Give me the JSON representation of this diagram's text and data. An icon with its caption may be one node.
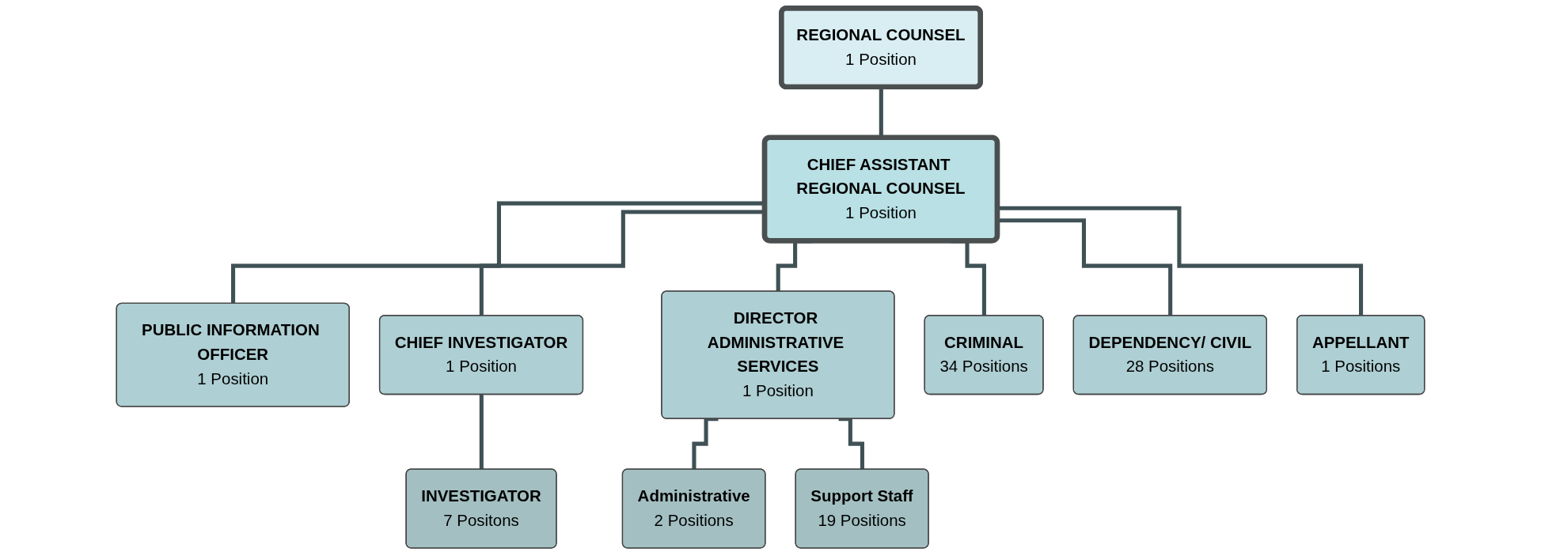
{
  "diagram": {
    "nodes": [
      {
        "text": [
          "REGIONAL COUNSEL",
          "1 Position"
        ]
      },
      {
        "text": [
          "CHIEF ASSISTANT REGIONAL COUNSEL",
          "1 Position"
        ]
      },
      {
        "text": [
          "PUBLIC INFORMATION OFFICER",
          "1 Position"
        ]
      },
      {
        "text": [
          "CHIEF INVESTIGATOR",
          "1 Position"
        ]
      },
      {
        "text": [
          "DIRECTOR ADMINISTRATIVE SERVICES",
          "1 Position"
        ]
      },
      {
        "text": [
          "CRIMINAL",
          "34 Positions"
        ]
      },
      {
        "text": [
          "DEPENDENCY/ CIVIL",
          "28 Positions"
        ]
      },
      {
        "text": [
          "APPELLANT",
          "1 Positions"
        ]
      },
      {
        "text": [
          "INVESTIGATOR",
          "7 Positons"
        ]
      },
      {
        "text": [
          "Administrative",
          "2 Positions"
        ]
      },
      {
        "text": [
          "Support Staff",
          "19 Positions"
        ]
      }
    ],
    "edges": [
      {
        "from": 0,
        "to": 1,
        "arrow": "none"
      },
      {
        "from": 1,
        "to": 2,
        "arrow": "none"
      },
      {
        "from": 1,
        "to": 3,
        "arrow": "none"
      },
      {
        "from": 1,
        "to": 4,
        "arrow": "none"
      },
      {
        "from": 1,
        "to": 5,
        "arrow": "none"
      },
      {
        "from": 1,
        "to": 6,
        "arrow": "none"
      },
      {
        "from": 1,
        "to": 7,
        "arrow": "none"
      },
      {
        "from": 3,
        "to": 8,
        "arrow": "none"
      },
      {
        "from": 4,
        "to": 9,
        "arrow": "none"
      },
      {
        "from": 4,
        "to": 10,
        "arrow": "none"
      }
    ]
  }
}
